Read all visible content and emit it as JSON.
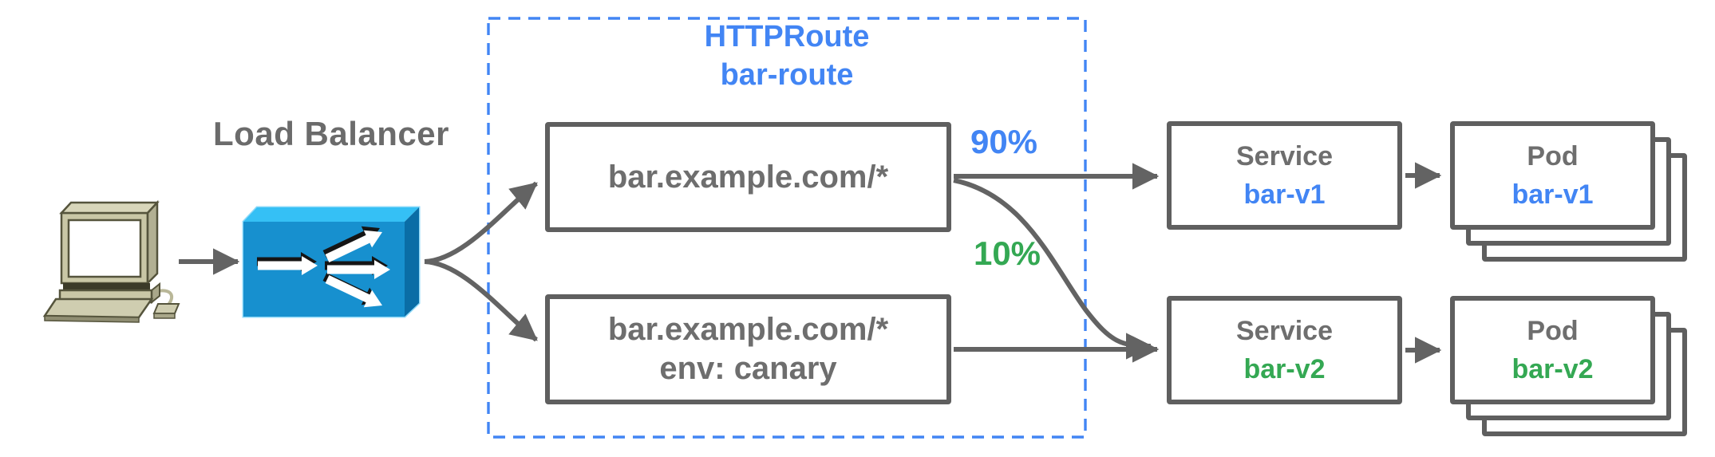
{
  "colors": {
    "blue": "#4285f4",
    "green": "#34a853",
    "line_gray": "#636363",
    "text_gray": "#6e6e6e"
  },
  "client": {
    "icon": "desktop-computer-icon"
  },
  "load_balancer": {
    "label": "Load Balancer",
    "icon": "load-balancer-icon"
  },
  "httproute_group": {
    "title": "HTTPRoute",
    "name": "bar-route",
    "rules": [
      {
        "match": "bar.example.com/*"
      },
      {
        "match": "bar.example.com/*",
        "header": "env: canary"
      }
    ]
  },
  "traffic_split": {
    "to_bar_v1": "90%",
    "to_bar_v2": "10%"
  },
  "services": [
    {
      "kind": "Service",
      "name": "bar-v1"
    },
    {
      "kind": "Service",
      "name": "bar-v2"
    }
  ],
  "pods": [
    {
      "kind": "Pod",
      "name": "bar-v1"
    },
    {
      "kind": "Pod",
      "name": "bar-v2"
    }
  ]
}
